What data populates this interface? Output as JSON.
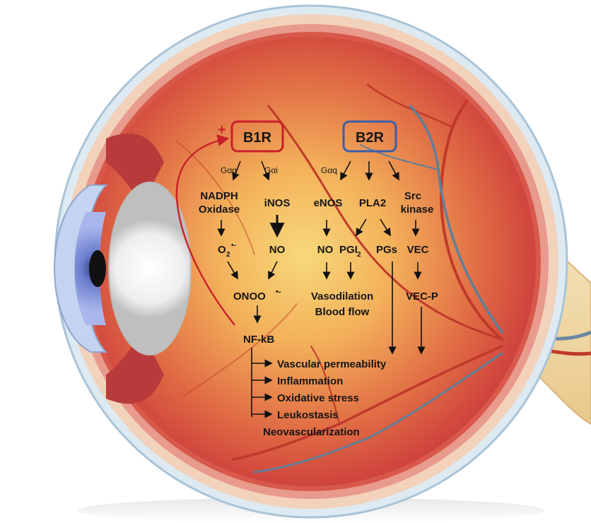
{
  "receptors": {
    "b1r": "B1R",
    "b2r": "B2R",
    "plus": "+"
  },
  "gproteins": {
    "b1r_left": "Gαq",
    "b1r_right": "Gαi",
    "b2r_left": "Gαq"
  },
  "b1r_pathway": {
    "nadph_line1": "NADPH",
    "nadph_line2": "Oxidase",
    "inos": "iNOS",
    "superoxide": "O",
    "superoxide_sub": "2",
    "superoxide_sup": "•-",
    "no": "NO",
    "peroxynitrite": "ONOO",
    "peroxynitrite_sup": "•-",
    "nfkb": "NF-kB"
  },
  "b2r_pathway": {
    "enos": "eNOS",
    "pla2": "PLA2",
    "src_line1": "Src",
    "src_line2": "kinase",
    "no": "NO",
    "pgi": "PGI",
    "pgi_sub": "2",
    "pgs": "PGs",
    "vec": "VEC",
    "vasodilation": "Vasodilation",
    "blood_flow": "Blood flow",
    "vec_p": "VEC-P"
  },
  "outcomes": [
    "Vascular permeability",
    "Inflammation",
    "Oxidative stress",
    "Leukostasis",
    "Neovascularization"
  ],
  "colors": {
    "b1r_box": "#c8202a",
    "b2r_box": "#3b5ea8",
    "feedback_arrow": "#c8202a",
    "retina": "#d8584a",
    "fundus_center": "#f7d06a",
    "sclera": "#e9bfa6",
    "iris": "#5c6db8",
    "optic_nerve": "#f3dcae"
  }
}
